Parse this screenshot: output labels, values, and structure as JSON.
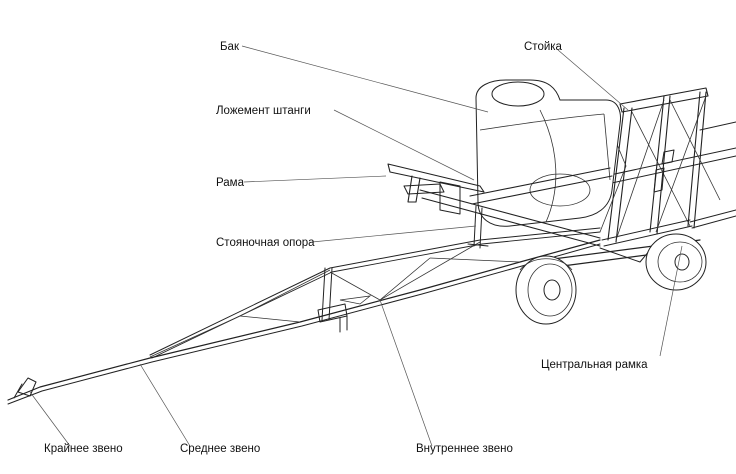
{
  "diagram": {
    "labels": {
      "tank": "Бак",
      "stand": "Стойка",
      "boom_cradle": "Ложемент штанги",
      "frame": "Рама",
      "parking_support": "Стояночная опора",
      "central_frame": "Центральная рамка",
      "outer_section": "Крайнее звено",
      "middle_section": "Среднее звено",
      "inner_section": "Внутреннее звено"
    }
  }
}
